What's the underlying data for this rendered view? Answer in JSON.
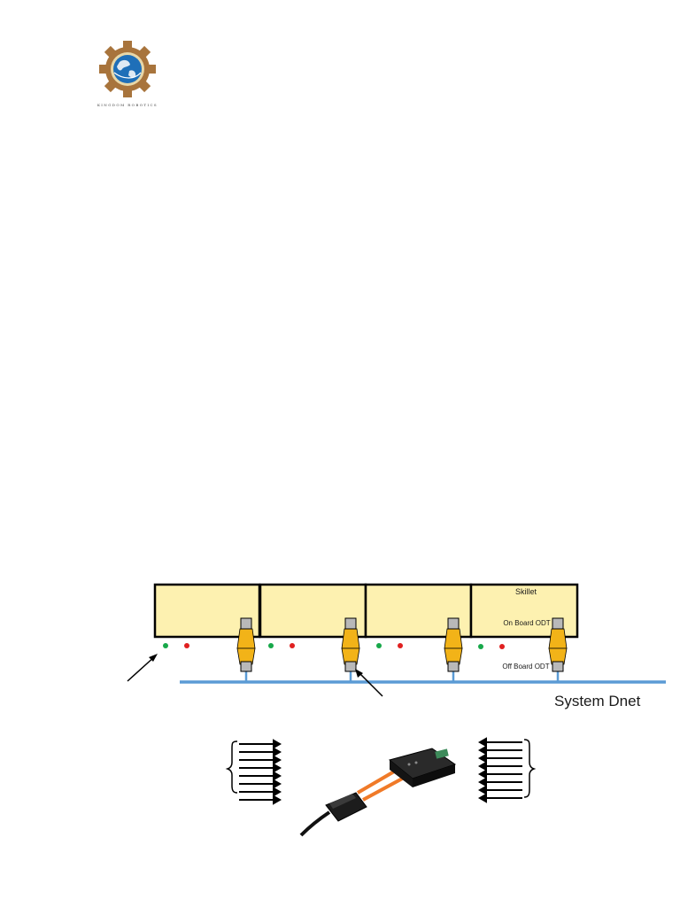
{
  "logo": {
    "caption": "KINGDOM ROBOTICS",
    "colors": {
      "gear": "#a8743c",
      "globe": "#1f6fb8"
    }
  },
  "diagram": {
    "skillet_label": "Skillet",
    "on_board_label": "On Board ODT",
    "off_board_label": "Off Board ODT",
    "bus_label": "System Dnet",
    "colors": {
      "module_fill": "#fdf1b0",
      "connector": "#f2b318",
      "bus": "#5b9bd5",
      "led_green": "#17a84a",
      "led_red": "#e02020"
    }
  },
  "io_illustration": {
    "input_arrows": 8,
    "output_arrows": 8
  }
}
